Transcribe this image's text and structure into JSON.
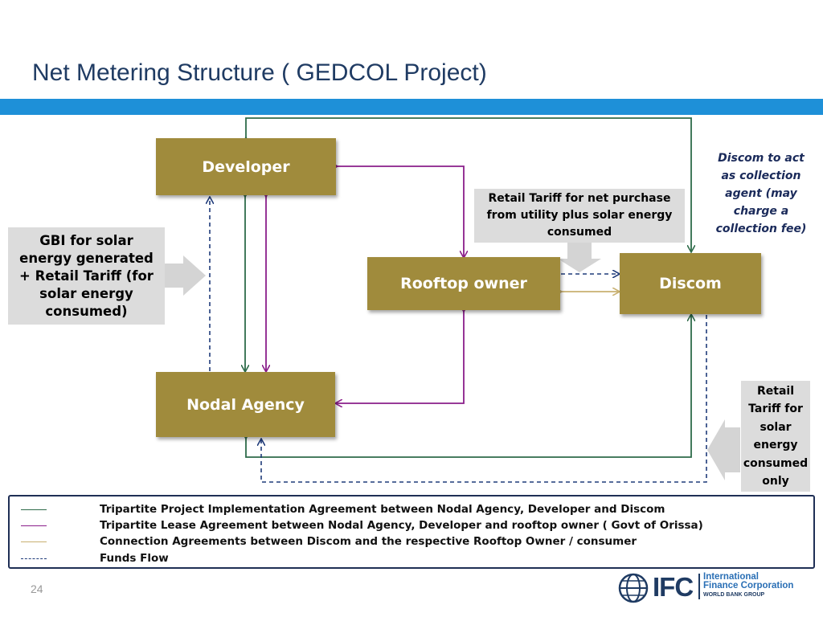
{
  "slide": {
    "title": "Net Metering Structure ( GEDCOL Project)",
    "page_number": "24"
  },
  "nodes": {
    "developer": "Developer",
    "rooftop_owner": "Rooftop owner",
    "discom": "Discom",
    "nodal_agency": "Nodal Agency"
  },
  "callouts": {
    "gbi": "GBI for solar energy generated + Retail Tariff (for solar energy consumed)",
    "retail_net": "Retail Tariff for net purchase from utility plus solar energy consumed",
    "retail_only": "Retail Tariff for solar energy consumed only",
    "discom_note": "Discom to act as collection agent (may charge a collection fee)"
  },
  "legend": {
    "items": [
      {
        "label": "Tripartite Project Implementation Agreement between Nodal Agency, Developer and Discom",
        "color": "#2e6b4a",
        "style": "solid"
      },
      {
        "label": "Tripartite Lease Agreement between Nodal Agency, Developer and rooftop owner ( Govt of Orissa)",
        "color": "#8a1e8a",
        "style": "solid"
      },
      {
        "label": "Connection Agreements between Discom and  the respective Rooftop Owner / consumer",
        "color": "#c8b070",
        "style": "solid"
      },
      {
        "label": "Funds Flow",
        "color": "#1f3b7a",
        "style": "dashed"
      }
    ]
  },
  "logo": {
    "brand": "IFC",
    "line1": "International",
    "line2": "Finance Corporation",
    "line3": "WORLD BANK GROUP"
  },
  "colors": {
    "node_fill": "#a08b3c",
    "banner": "#1e90d8",
    "title": "#1f3b63",
    "green_line": "#2e6b4a",
    "purple_line": "#8a1e8a",
    "gold_line": "#c8b070",
    "funds_line": "#1f3b7a"
  }
}
